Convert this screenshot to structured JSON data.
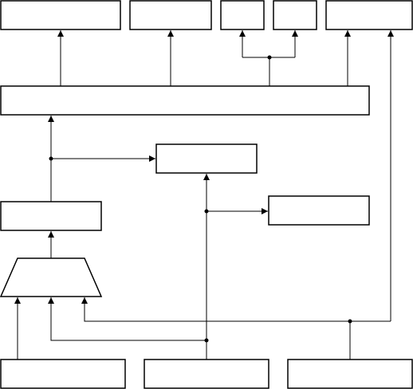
{
  "diagram": {
    "stroke_color": "#000000",
    "background": "#ffffff",
    "boxes": [
      {
        "id": "top-1",
        "label": ""
      },
      {
        "id": "top-2",
        "label": ""
      },
      {
        "id": "top-3",
        "label": ""
      },
      {
        "id": "top-4",
        "label": ""
      },
      {
        "id": "top-5",
        "label": ""
      },
      {
        "id": "bus-bar",
        "label": ""
      },
      {
        "id": "mid-right-box",
        "label": ""
      },
      {
        "id": "side-box",
        "label": ""
      },
      {
        "id": "left-register",
        "label": ""
      },
      {
        "id": "bottom-1",
        "label": ""
      },
      {
        "id": "bottom-2",
        "label": ""
      },
      {
        "id": "bottom-3",
        "label": ""
      }
    ],
    "mux_label": ""
  }
}
